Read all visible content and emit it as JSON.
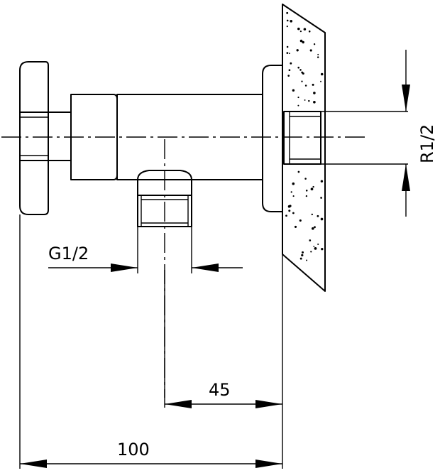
{
  "dimensions": {
    "overall_depth": "100",
    "outlet_offset": "45",
    "outlet_thread": "G1/2",
    "inlet_thread": "R1/2"
  }
}
